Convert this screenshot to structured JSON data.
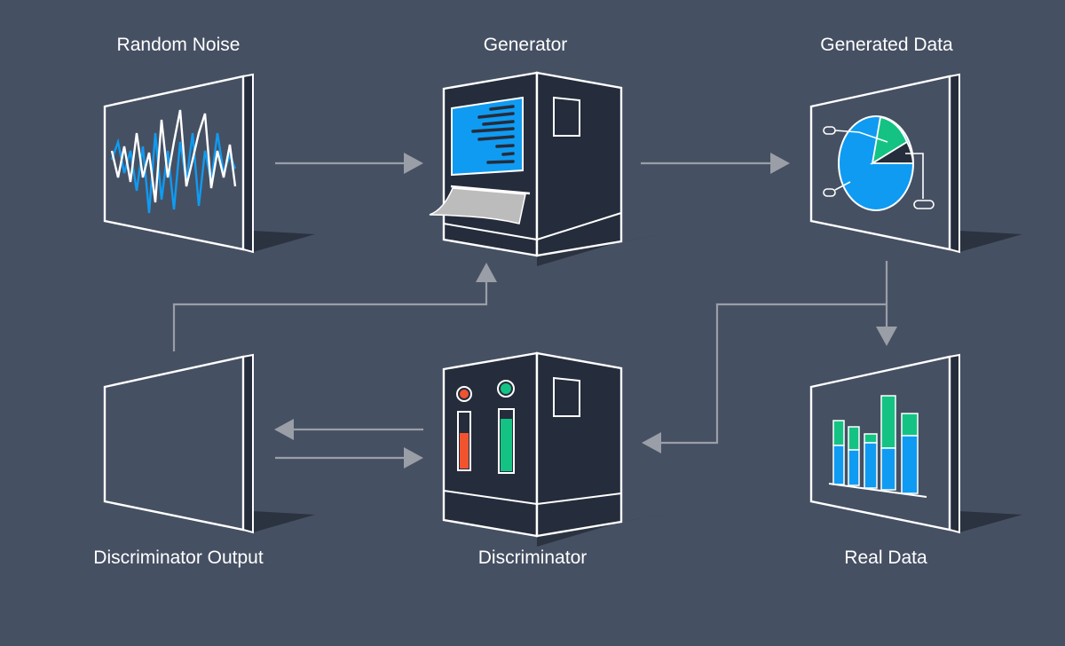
{
  "labels": {
    "random_noise": "Random Noise",
    "generator": "Generator",
    "generated_data": "Generated Data",
    "discriminator_output": "Discriminator Output",
    "discriminator": "Discriminator",
    "real_data": "Real Data"
  },
  "colors": {
    "background": "#465063",
    "panel": "#465063",
    "outline": "#ffffff",
    "shadow": "#2b3340",
    "machine_dark": "#252c3b",
    "arrow": "#9a9ea6",
    "blue": "#0f9bf2",
    "green": "#14c384",
    "red": "#f2532f",
    "paper": "#bcbcbc"
  },
  "icons": {
    "random_noise": "waveform-monitor-icon",
    "generator": "printer-machine-icon",
    "generated_data": "pie-chart-monitor-icon",
    "discriminator_output": "blank-monitor-icon",
    "discriminator": "gauge-machine-icon",
    "real_data": "bar-chart-monitor-icon"
  }
}
